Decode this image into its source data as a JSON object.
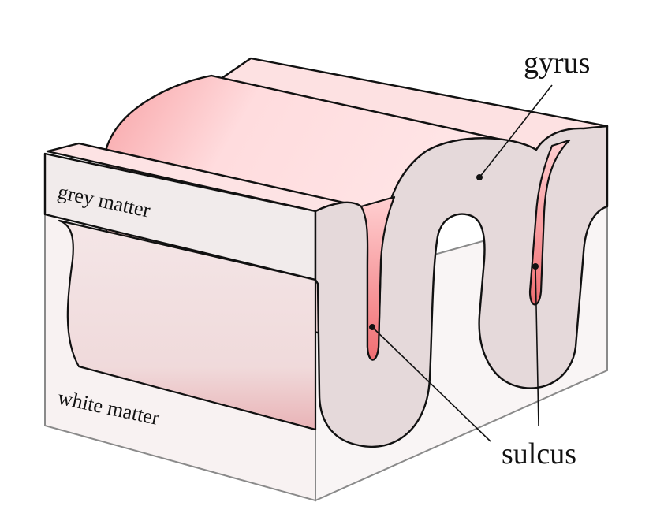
{
  "labels": {
    "gyrus": "gyrus",
    "sulcus": "sulcus",
    "grey_matter": "grey matter",
    "white_matter": "white matter"
  },
  "colors": {
    "grey_matter_fill": "#e4d9da",
    "slab_fill": "#f1ebec",
    "surface_pink_light": "#ffe3e5",
    "surface_pink_deep": "#f58a8d",
    "white_box_fill": "#f8f4f4",
    "outline": "#111111",
    "box_edge": "#7f7f7f"
  }
}
